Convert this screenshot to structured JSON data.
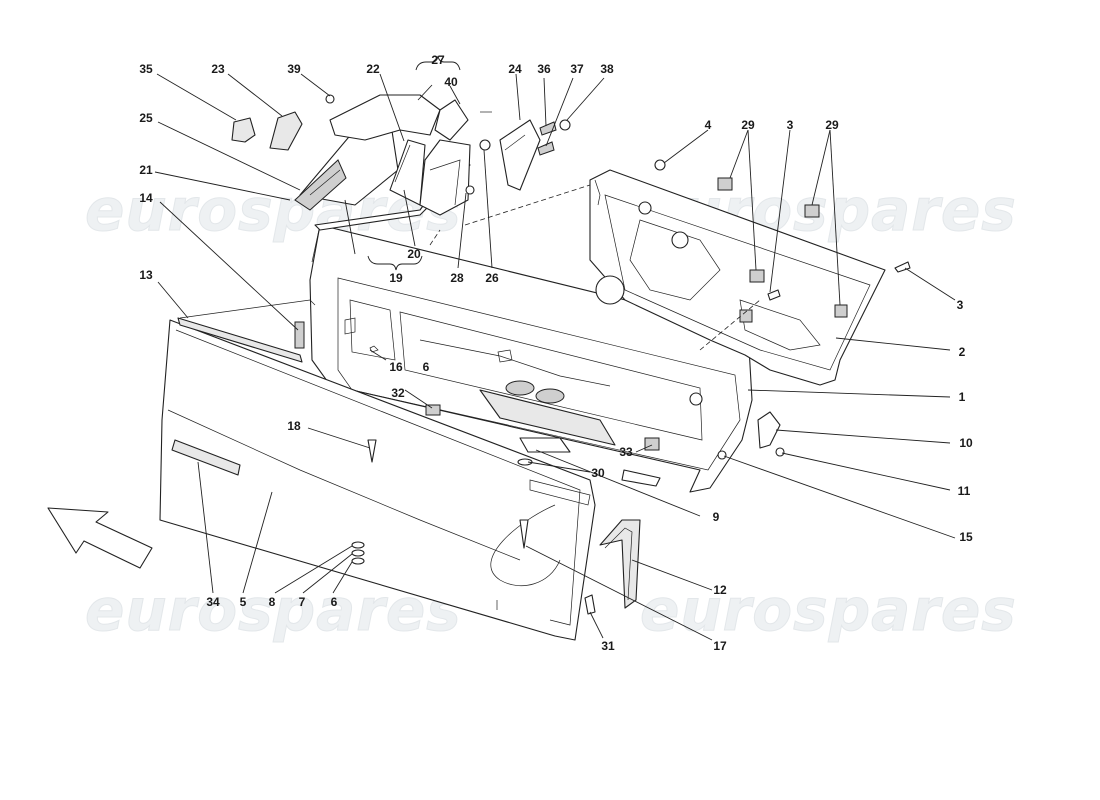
{
  "watermark": {
    "text": "eurospares"
  },
  "callouts": [
    {
      "id": "35",
      "text": "35"
    },
    {
      "id": "23",
      "text": "23"
    },
    {
      "id": "39",
      "text": "39"
    },
    {
      "id": "22",
      "text": "22"
    },
    {
      "id": "27",
      "text": "27"
    },
    {
      "id": "40",
      "text": "40"
    },
    {
      "id": "24",
      "text": "24"
    },
    {
      "id": "36",
      "text": "36"
    },
    {
      "id": "37",
      "text": "37"
    },
    {
      "id": "38",
      "text": "38"
    },
    {
      "id": "25",
      "text": "25"
    },
    {
      "id": "4",
      "text": "4"
    },
    {
      "id": "29a",
      "text": "29"
    },
    {
      "id": "3a",
      "text": "3"
    },
    {
      "id": "29b",
      "text": "29"
    },
    {
      "id": "21",
      "text": "21"
    },
    {
      "id": "20",
      "text": "20"
    },
    {
      "id": "19",
      "text": "19"
    },
    {
      "id": "28",
      "text": "28"
    },
    {
      "id": "26",
      "text": "26"
    },
    {
      "id": "14",
      "text": "14"
    },
    {
      "id": "3b",
      "text": "3"
    },
    {
      "id": "13",
      "text": "13"
    },
    {
      "id": "2",
      "text": "2"
    },
    {
      "id": "16",
      "text": "16"
    },
    {
      "id": "6a",
      "text": "6"
    },
    {
      "id": "32",
      "text": "32"
    },
    {
      "id": "1",
      "text": "1"
    },
    {
      "id": "18",
      "text": "18"
    },
    {
      "id": "10",
      "text": "10"
    },
    {
      "id": "33",
      "text": "33"
    },
    {
      "id": "30",
      "text": "30"
    },
    {
      "id": "11",
      "text": "11"
    },
    {
      "id": "9",
      "text": "9"
    },
    {
      "id": "15",
      "text": "15"
    },
    {
      "id": "12",
      "text": "12"
    },
    {
      "id": "34",
      "text": "34"
    },
    {
      "id": "5",
      "text": "5"
    },
    {
      "id": "8",
      "text": "8"
    },
    {
      "id": "7",
      "text": "7"
    },
    {
      "id": "6b",
      "text": "6"
    },
    {
      "id": "31",
      "text": "31"
    },
    {
      "id": "17",
      "text": "17"
    }
  ]
}
